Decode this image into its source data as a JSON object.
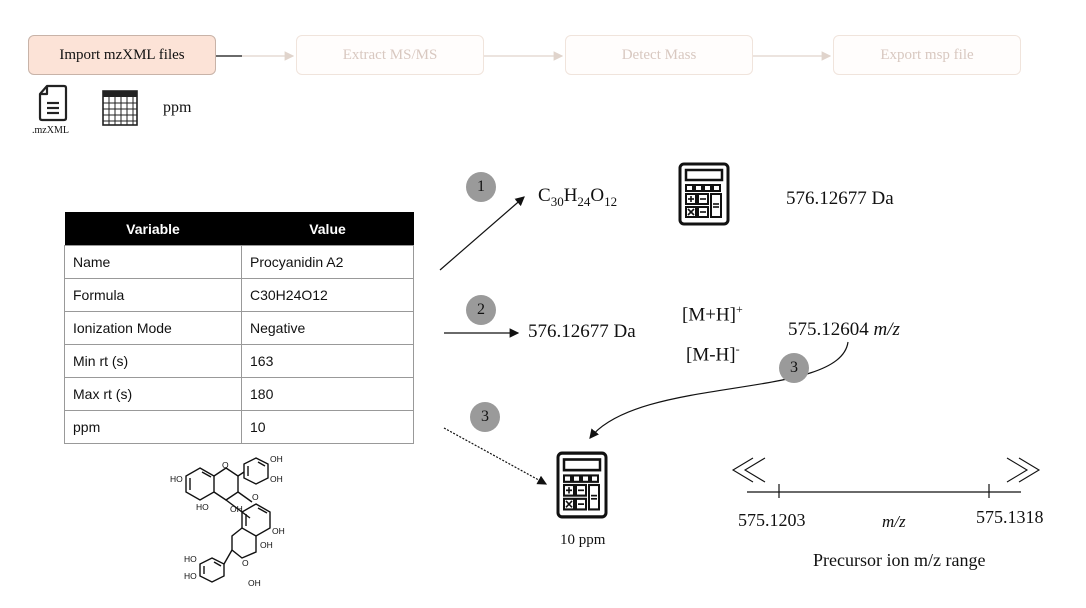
{
  "pipeline": {
    "steps": [
      {
        "label": "Import mzXML files",
        "state": "active"
      },
      {
        "label": "Extract MS/MS",
        "state": "inactive"
      },
      {
        "label": "Detect Mass",
        "state": "inactive"
      },
      {
        "label": "Export msp file",
        "state": "inactive"
      }
    ]
  },
  "inputs": {
    "file_label": ".mzXML",
    "ppm_label": "ppm"
  },
  "table": {
    "headers": [
      "Variable",
      "Value"
    ],
    "rows": [
      [
        "Name",
        "Procyanidin A2"
      ],
      [
        "Formula",
        "C30H24O12"
      ],
      [
        "Ionization Mode",
        "Negative"
      ],
      [
        "Min rt (s)",
        "163"
      ],
      [
        "Max rt (s)",
        "180"
      ],
      [
        "ppm",
        "10"
      ]
    ]
  },
  "structure": {
    "atom_labels": [
      "HO",
      "OH",
      "OH",
      "O",
      "O",
      "OH",
      "HO",
      "OH",
      "O",
      "OH",
      "HO",
      "HO",
      "OH"
    ]
  },
  "step1": {
    "badge": "1",
    "formula": {
      "c": "C",
      "c_n": "30",
      "h": "H",
      "h_n": "24",
      "o": "O",
      "o_n": "12"
    },
    "mass": "576.12677 Da"
  },
  "step2": {
    "badge": "2",
    "mass": "576.12677 Da",
    "adduct_pos": {
      "base": "[M+H]",
      "charge": "+"
    },
    "adduct_neg": {
      "base": "[M-H]",
      "charge": "-"
    },
    "mz_value": "575.12604",
    "mz_unit": "m/z"
  },
  "step3": {
    "badge_left": "3",
    "badge_right": "3",
    "calc_label": "10 ppm",
    "range_low": "575.1203",
    "range_high": "575.1318",
    "axis_label": "m/z",
    "caption": "Precursor ion m/z range"
  },
  "colors": {
    "active_fill": "#fce3d7",
    "badge_fill": "#9a9a9a",
    "table_header": "#000000"
  }
}
